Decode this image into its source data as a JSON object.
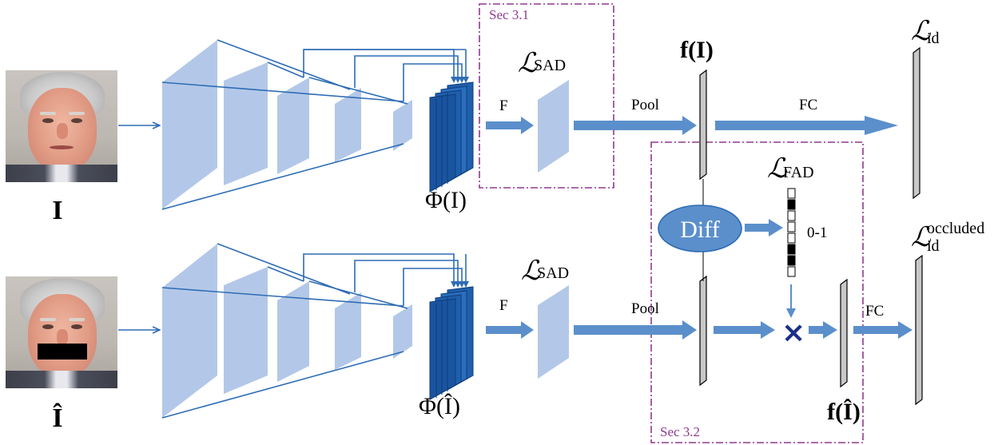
{
  "diagram": {
    "input_original": "I",
    "input_occluded": "Î",
    "feature_original": "Φ(I)",
    "feature_occluded": "Φ(Î)",
    "loss_sad_top": "ℒ",
    "loss_sad_top_sub": "SAD",
    "loss_sad_bottom": "ℒ",
    "loss_sad_bottom_sub": "SAD",
    "loss_fad": "ℒ",
    "loss_fad_sub": "FAD",
    "loss_id": "ℒ",
    "loss_id_sub": "id",
    "loss_id_occluded": "ℒ",
    "loss_id_occluded_sub": "id",
    "loss_id_occluded_sup": "occluded",
    "label_f_top": "F",
    "label_f_bottom": "F",
    "label_pool_top": "Pool",
    "label_pool_bottom": "Pool",
    "label_fc_top": "FC",
    "label_fc_bottom": "FC",
    "feat_vec_top": "f(I)",
    "feat_vec_bottom": "f(Î)",
    "diff_label": "Diff",
    "mask_label": "0-1",
    "multiply_symbol": "×",
    "sec_31": "Sec 3.1",
    "sec_32": "Sec 3.2"
  },
  "colors": {
    "light_blue": "#b3c8e8",
    "dark_blue": "#1f5fad",
    "arrow_blue": "#5b8fcb",
    "line_blue": "#2e6cb5",
    "purple": "#8e3a8e",
    "navy": "#1a2f8a",
    "gray_bar": "#c8c8c8"
  },
  "mask_bits": [
    0,
    1,
    0,
    0,
    0,
    1,
    1,
    0
  ]
}
